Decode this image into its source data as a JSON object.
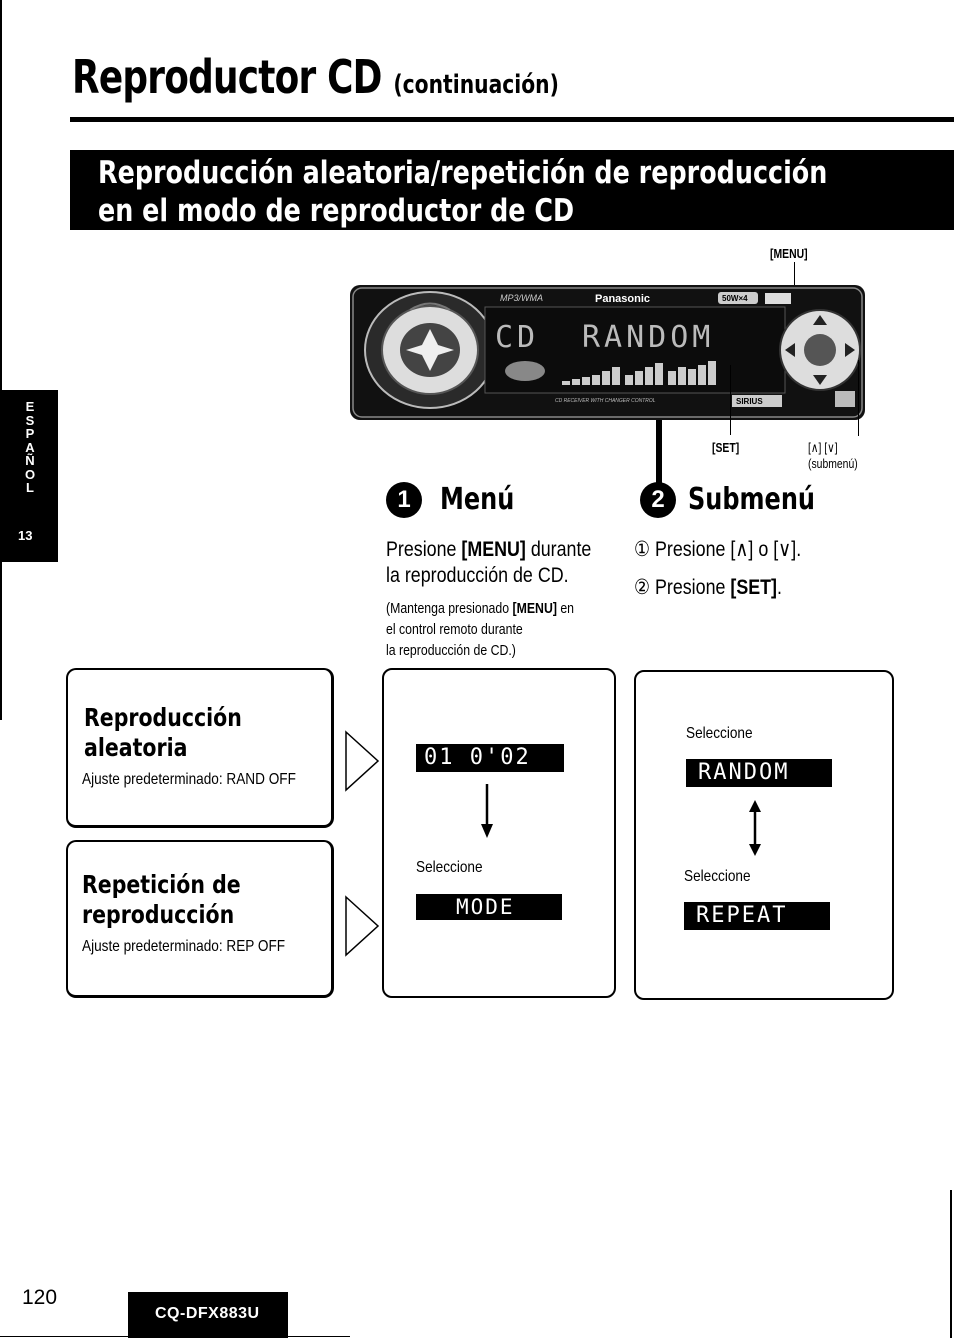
{
  "header": {
    "title": "Reproductor CD",
    "title_suffix": "(continuación)",
    "banner_line1": "Reproducción aleatoria/repetición de reproducción",
    "banner_line2": "en el modo de reproductor de CD"
  },
  "side_tab": {
    "language": [
      "E",
      "S",
      "P",
      "A",
      "Ñ",
      "O",
      "L"
    ],
    "number": "13"
  },
  "device": {
    "brand": "Panasonic",
    "display_left": "CD",
    "display_text": "RANDOM",
    "model_caption": "CD RECEIVER WITH CHANGER CONTROL",
    "format_logo": "MP3/WMA",
    "power_badge": "50W×4",
    "sirius_badge": "SIRIUS",
    "callout_menu": "[MENU]",
    "callout_set": "[SET]",
    "callout_arrows": "[∧] [∨]",
    "callout_arrows_note": "(submenú)"
  },
  "step1": {
    "number": "1",
    "title": "Menú",
    "text_prefix": "Presione ",
    "text_bold": "[MENU]",
    "text_suffix": " durante",
    "text_line2": "la reproducción de CD.",
    "note_line1_prefix": "(Mantenga presionado ",
    "note_line1_bold": "[MENU]",
    "note_line1_suffix": " en",
    "note_line2": "el control remoto durante",
    "note_line3": "la reproducción de CD.)"
  },
  "step2": {
    "number": "2",
    "title": "Submenú",
    "item1_marker": "①",
    "item1_text": "Presione [∧] o [∨].",
    "item2_marker": "②",
    "item2_prefix": "Presione ",
    "item2_bold": "[SET]",
    "item2_suffix": "."
  },
  "modes": [
    {
      "title_line1": "Reproducción",
      "title_line2": "aleatoria",
      "default": "Ajuste predeterminado: RAND OFF"
    },
    {
      "title_line1": "Repetición de",
      "title_line2": "reproducción",
      "default": "Ajuste predeterminado: REP OFF"
    }
  ],
  "menu_panel": {
    "lcd_top": "01   0'02",
    "select_label": "Seleccione",
    "lcd_bottom": "MODE"
  },
  "submenu_panel": {
    "select_label_top": "Seleccione",
    "lcd_top": "RANDOM",
    "select_label_bottom": "Seleccione",
    "lcd_bottom": "REPEAT"
  },
  "footer": {
    "page_number": "120",
    "model": "CQ-DFX883U"
  }
}
